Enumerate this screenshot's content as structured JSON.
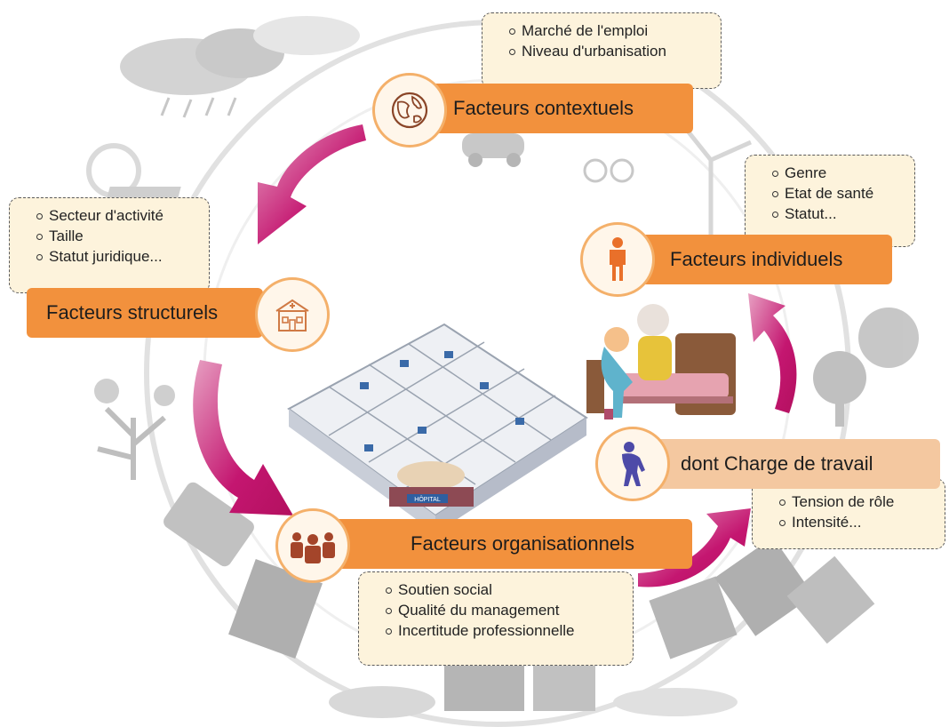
{
  "colors": {
    "accent": "#f2913d",
    "arrow": "#c0166e",
    "note_bg": "#fdf3dc",
    "badge_border": "#f4b06a",
    "peach": "#f4c8a0"
  },
  "contextual": {
    "title": "Facteurs contextuels",
    "icon": "globe-icon",
    "items": [
      "Marché de l'emploi",
      "Niveau d'urbanisation"
    ]
  },
  "individual": {
    "title": "Facteurs individuels",
    "icon": "person-icon",
    "items": [
      "Genre",
      "Etat de santé",
      "Statut..."
    ]
  },
  "structural": {
    "title": "Facteurs structurels",
    "icon": "hospital-building-icon",
    "items": [
      "Secteur d'activité",
      "Taille",
      "Statut juridique..."
    ]
  },
  "organizational": {
    "title": "Facteurs organisationnels",
    "icon": "group-icon",
    "items": [
      "Soutien social",
      "Qualité du management",
      "Incertitude professionnelle"
    ]
  },
  "workload": {
    "title": "dont Charge de travail",
    "icon": "tired-worker-icon",
    "items": [
      "Tension de rôle",
      "Intensité..."
    ]
  },
  "illustrations": {
    "hospital_sign": "HÔPITAL"
  }
}
